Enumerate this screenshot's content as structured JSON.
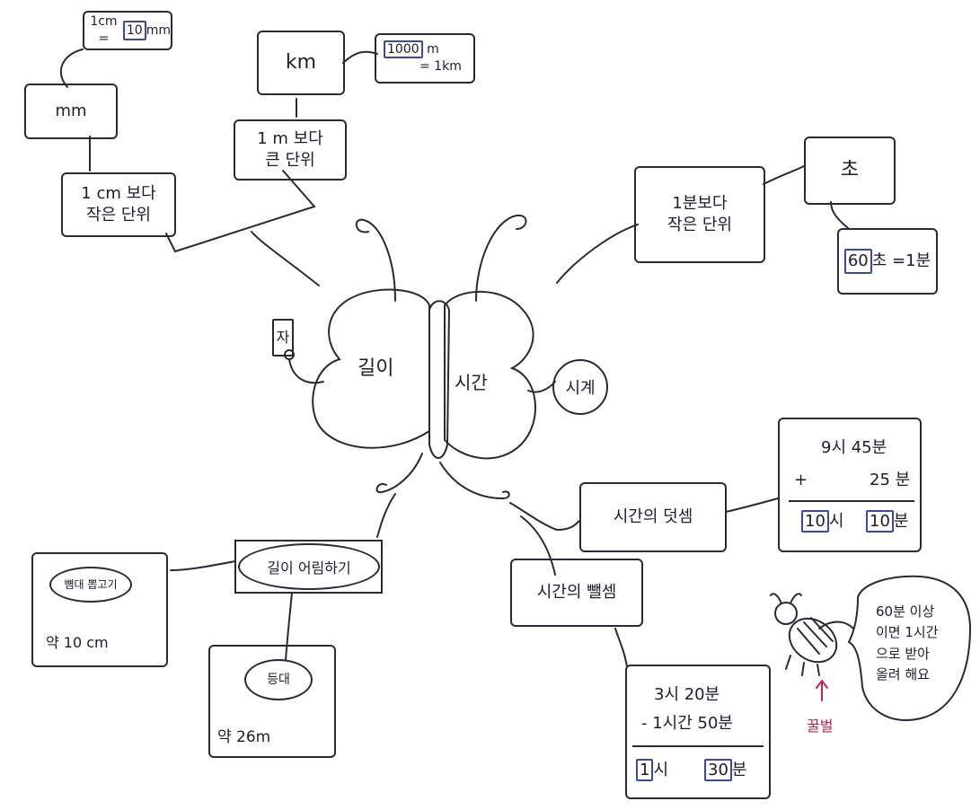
{
  "center": {
    "left_wing": "길이",
    "right_wing": "시간"
  },
  "length_branch": {
    "ruler": "자",
    "mm": {
      "relation": "1cm = ",
      "value": "10",
      "unit": "mm",
      "label": "mm",
      "desc_line1": "1 cm 보다",
      "desc_line2": "작은 단위"
    },
    "km": {
      "label": "km",
      "value": "1000",
      "relation_line1": "m",
      "relation_line2": "= 1km",
      "desc_line1": "1 m 보다",
      "desc_line2": "큰 단위"
    },
    "estimate": {
      "title": "길이 어림하기",
      "left": {
        "oval": "뼘대 뽑고기",
        "value": "약 10 cm"
      },
      "bottom": {
        "oval": "등대",
        "value": "약 26m"
      }
    }
  },
  "time_branch": {
    "clock": "시계",
    "seconds": {
      "desc_line1": "1분보다",
      "desc_line2": "작은 단위",
      "label": "초",
      "value": "60",
      "relation": "초 =1분"
    },
    "addition": {
      "title": "시간의 덧셈",
      "row1": "9시  45분",
      "op": "+",
      "row2": "25 분",
      "res_h": "10",
      "res_h_unit": "시",
      "res_m": "10",
      "res_m_unit": "분"
    },
    "subtraction": {
      "title": "시간의 뺄셈",
      "row1": "3시   20분",
      "row2": "- 1시간  50분",
      "res_h": "1",
      "res_h_unit": "시",
      "res_m": "30",
      "res_m_unit": "분"
    },
    "bee": {
      "speech_line1": "60분 이상",
      "speech_line2": "이면 1시간",
      "speech_line3": "으로 받아",
      "speech_line4": "올려 해요",
      "name": "꿀벌"
    }
  }
}
